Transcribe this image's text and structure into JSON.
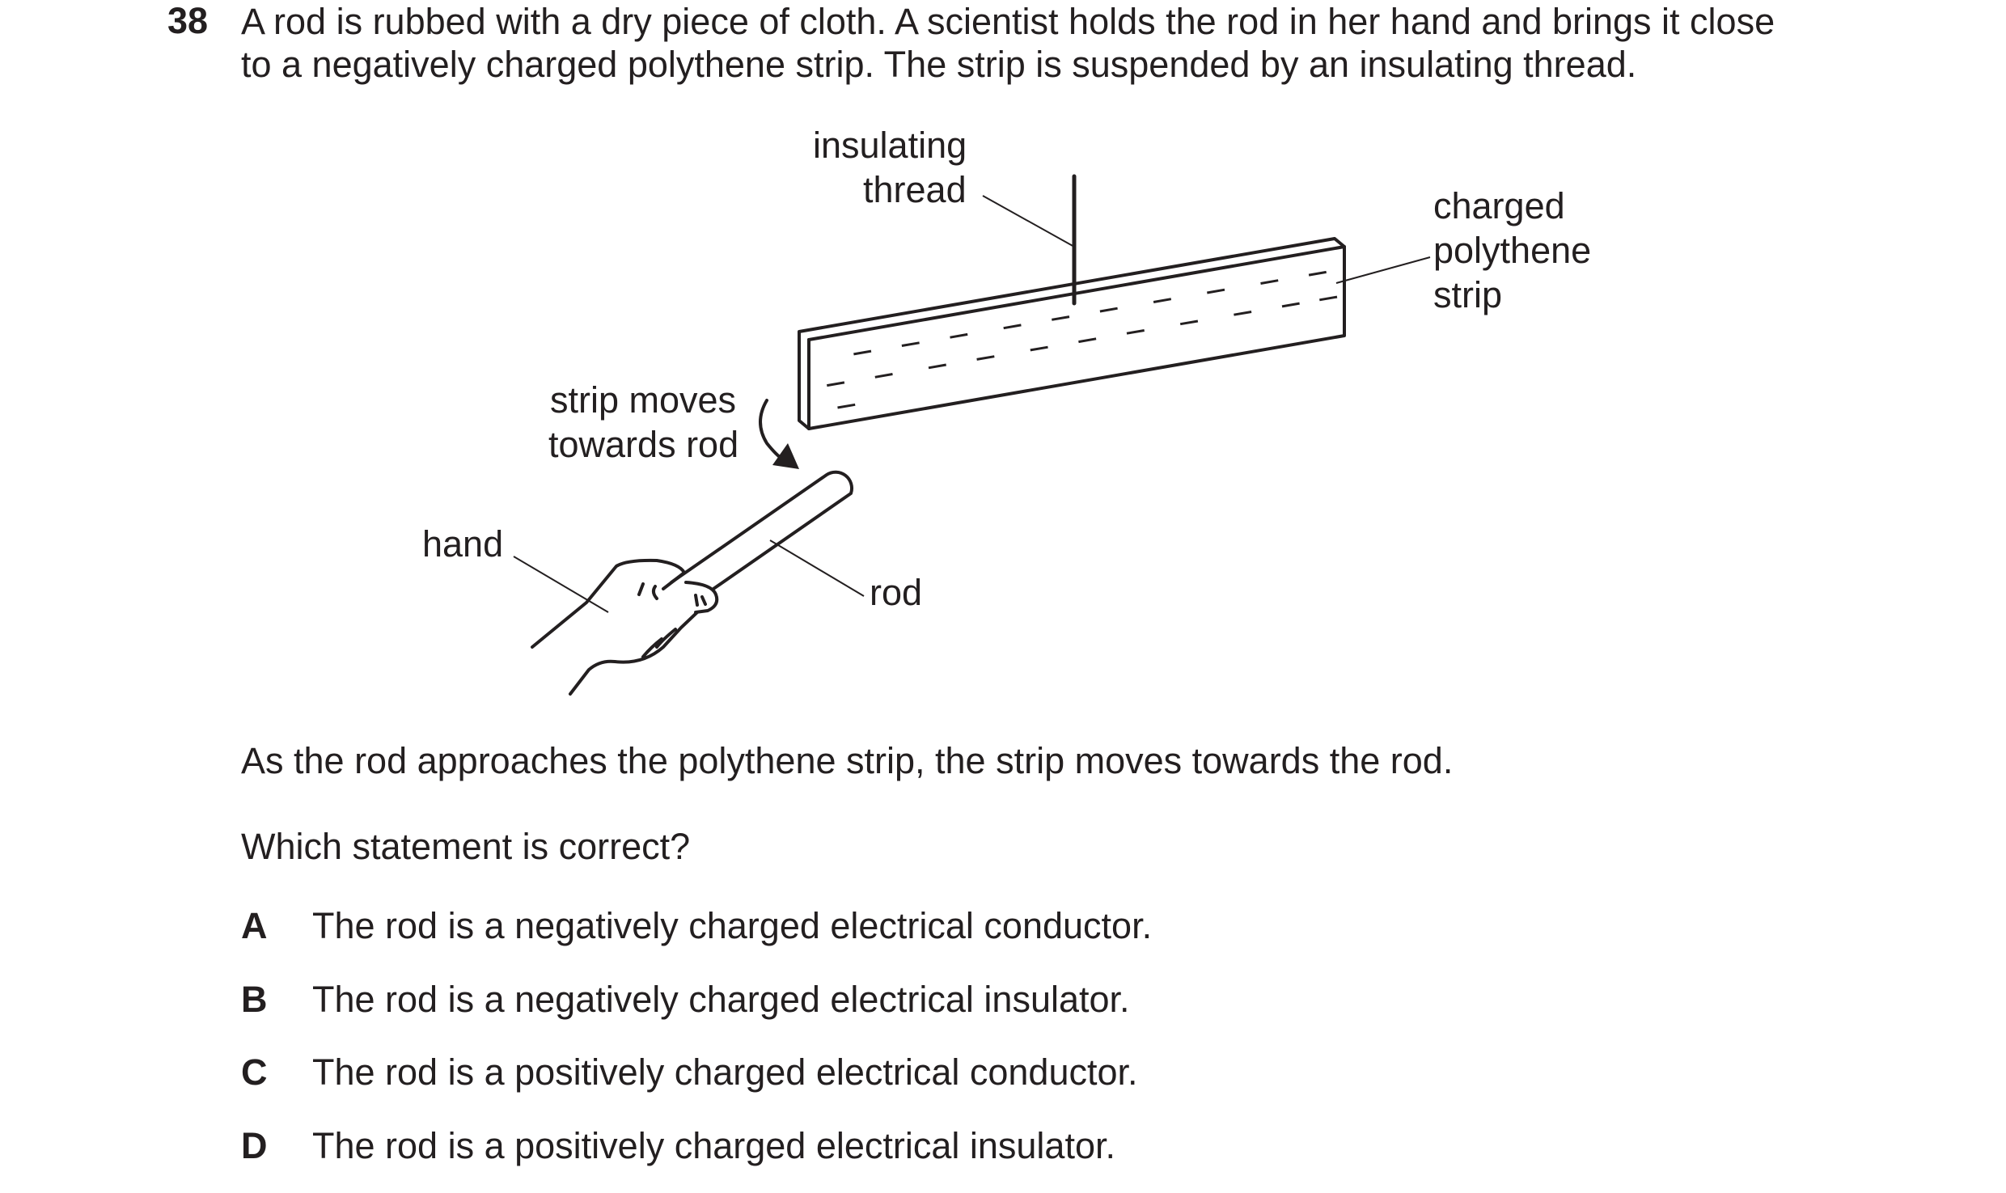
{
  "question": {
    "number": "38",
    "text_line1": "A rod is rubbed with a dry piece of cloth. A scientist holds the rod in her hand and brings it close",
    "text_line2": "to a negatively charged polythene strip. The strip is suspended by an insulating thread."
  },
  "diagram": {
    "labels": {
      "insulating_thread_1": "insulating",
      "insulating_thread_2": "thread",
      "charged_1": "charged",
      "charged_2": "polythene",
      "charged_3": "strip",
      "strip_moves_1": "strip moves",
      "strip_moves_2": "towards rod",
      "hand": "hand",
      "rod": "rod"
    },
    "charge_symbol": "–",
    "charge_count": 22
  },
  "body": {
    "observation": "As the rod approaches the polythene strip, the strip moves towards the rod.",
    "prompt": "Which statement is correct?"
  },
  "options": [
    {
      "letter": "A",
      "text": "The rod is a negatively charged electrical conductor."
    },
    {
      "letter": "B",
      "text": "The rod is a negatively charged electrical insulator."
    },
    {
      "letter": "C",
      "text": "The rod is a positively charged electrical conductor."
    },
    {
      "letter": "D",
      "text": "The rod is a positively charged electrical insulator."
    }
  ]
}
